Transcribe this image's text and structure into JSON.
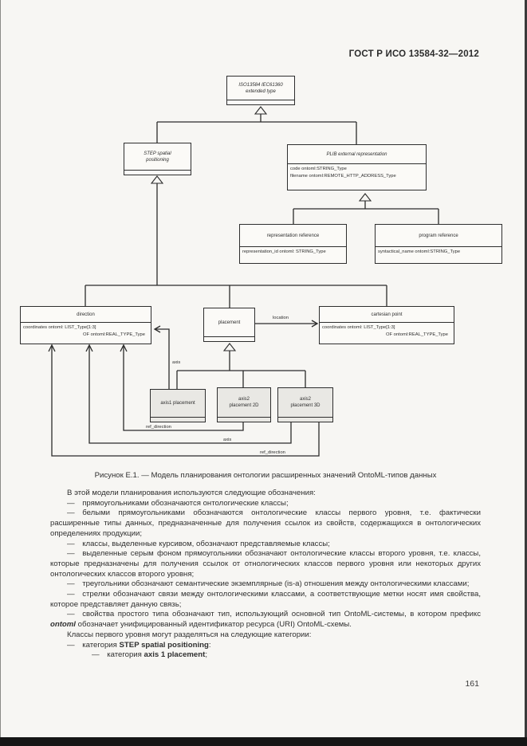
{
  "page": {
    "header": "ГОСТ Р ИСО 13584-32—2012",
    "page_number": "161"
  },
  "diagram": {
    "nodes": {
      "extended_type": {
        "line1": "ISO13584 IEC61360",
        "line2": "extended type"
      },
      "step_spatial": {
        "line1": "STEP spatial",
        "line2": "positioning"
      },
      "plib": {
        "title": "PLIB external representation",
        "attrs": [
          "code ontoml:STRING_Type",
          "filename ontoml:REMOTE_HTTP_ADDRESS_Type"
        ]
      },
      "representation_reference": {
        "title": "representation reference",
        "attrs": [
          "representation_id ontoml: STRING_Type"
        ]
      },
      "program_reference": {
        "title": "program reference",
        "attrs": [
          "syntactical_name ontoml:STRING_Type"
        ]
      },
      "direction": {
        "title": "direction",
        "attrs": [
          "coordinates ontoml: LIST_Type[1:3]",
          "OF ontoml:REAL_TYPE_Type"
        ]
      },
      "placement": {
        "title": "placement"
      },
      "cartesian_point": {
        "title": "cartesian point",
        "attrs": [
          "coordinates ontoml: LIST_Type[1:3]",
          "OF ontoml:REAL_TYPE_Type"
        ]
      },
      "axis1_placement": {
        "line1": "axis1 placement",
        "line2": ""
      },
      "axis2_placement_2d": {
        "line1": "axis2",
        "line2": "placement 2D"
      },
      "axis2_placement_3d": {
        "line1": "axis2",
        "line2": "placement 3D"
      }
    },
    "labels": {
      "location": "location",
      "axis_top": "axis",
      "ref_direction_1": "ref_direction",
      "axis_loop": "axis",
      "ref_direction_2": "ref_direction"
    }
  },
  "figure_caption": "Рисунок Е.1. — Модель планирования онтологии расширенных значений OntoML-типов данных",
  "body": {
    "paragraphs": [
      {
        "level": 1,
        "segments": [
          {
            "text": "В этой модели планирования используются следующие обозначения:"
          }
        ]
      },
      {
        "level": 1,
        "segments": [
          {
            "text": "— прямоугольниками обозначаются онтологические классы;"
          }
        ]
      },
      {
        "level": 1,
        "segments": [
          {
            "text": "— белыми прямоугольниками обозначаются онтологические классы первого уровня, т.е. фактически расширенные типы данных, предназначенные для получения ссылок из свойств, содержащихся в онтологических определениях продукции;"
          }
        ]
      },
      {
        "level": 1,
        "segments": [
          {
            "text": "— классы, выделенные курсивом, обозначают представляемые классы;"
          }
        ]
      },
      {
        "level": 1,
        "segments": [
          {
            "text": "— выделенные серым фоном прямоугольники обозначают онтологические классы второго уровня, т.е. классы, которые предназначены для получения ссылок от отнологических классов первого уровня или некоторых других онтологических классов второго уровня;"
          }
        ]
      },
      {
        "level": 1,
        "segments": [
          {
            "text": "— треугольники обозначают семантические экземплярные (is-a) отношения между онтологическими классами;"
          }
        ]
      },
      {
        "level": 1,
        "segments": [
          {
            "text": "— стрелки обозначают связи между онтологическими классами, а соответствующие метки носят имя свойства, которое представляет данную связь;"
          }
        ]
      },
      {
        "level": 1,
        "segments": [
          {
            "text": "— свойства простого типа обозначают тип, использующий основной тип OntoML-системы, в котором префикс "
          },
          {
            "text": "ontoml",
            "bold": true,
            "italic": true
          },
          {
            "text": " обозначает унифицированный идентификатор ресурса (URI) OntoML-схемы."
          }
        ]
      },
      {
        "level": 1,
        "segments": [
          {
            "text": "Классы первого уровня могут разделяться на следующие категории:"
          }
        ]
      },
      {
        "level": 1,
        "segments": [
          {
            "text": "— категория "
          },
          {
            "text": "STEP spatial positioning",
            "bold": true
          },
          {
            "text": ":"
          }
        ]
      },
      {
        "level": 2,
        "segments": [
          {
            "text": "— категория "
          },
          {
            "text": "axis 1 placement",
            "bold": true
          },
          {
            "text": ";"
          }
        ]
      }
    ]
  }
}
